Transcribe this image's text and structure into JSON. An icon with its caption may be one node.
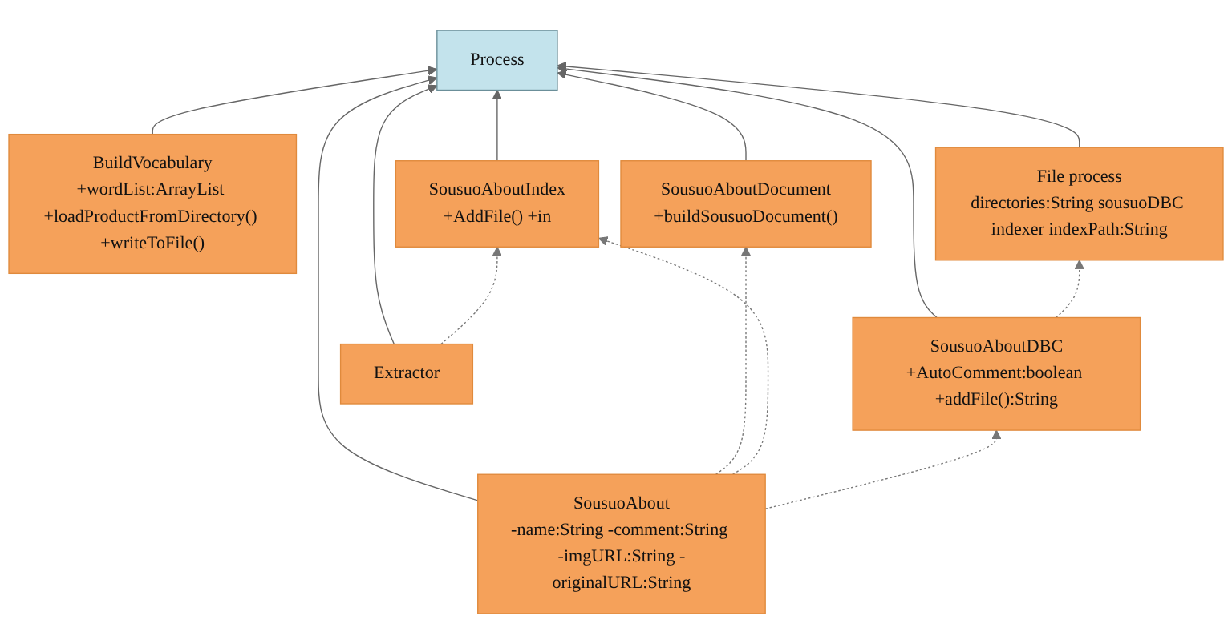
{
  "diagram": {
    "nodes": [
      {
        "text": [
          "Process"
        ]
      },
      {
        "text": [
          "File process",
          "directories:String sousuoDBC indexer indexPath:String"
        ]
      },
      {
        "text": [
          "Extractor"
        ]
      },
      {
        "text": [
          "SousuoAbout",
          "-name:String -comment:String -imgURL:String -originalURL:String"
        ]
      },
      {
        "text": [
          "SousuoAboutDocument",
          "+buildSousuoDocument()"
        ]
      },
      {
        "text": [
          "SousuoAboutIndex",
          "+AddFile() +in"
        ]
      },
      {
        "text": [
          "BuildVocabulary",
          "+wordList:ArrayList +loadProductFromDirectory() +writeToFile()"
        ]
      },
      {
        "text": [
          "SousuoAboutDBC",
          "+AutoComment:boolean +addFile():String"
        ]
      }
    ],
    "edges": [
      {
        "from": 1,
        "to": 0,
        "arrow": "to"
      },
      {
        "from": 2,
        "to": 0,
        "arrow": "to"
      },
      {
        "from": 3,
        "to": 0,
        "arrow": "to"
      },
      {
        "from": 4,
        "to": 0,
        "arrow": "to"
      },
      {
        "from": 5,
        "to": 0,
        "arrow": "to"
      },
      {
        "from": 6,
        "to": 0,
        "arrow": "to"
      },
      {
        "from": 7,
        "to": 0,
        "arrow": "to"
      },
      {
        "from": 2,
        "to": 5,
        "arrow": "to",
        "style": "dashed"
      },
      {
        "from": 3,
        "to": 4,
        "arrow": "to",
        "style": "dashed"
      },
      {
        "from": 3,
        "to": 5,
        "arrow": "to",
        "style": "dashed"
      },
      {
        "from": 3,
        "to": 7,
        "arrow": "to",
        "style": "dashed"
      },
      {
        "from": 7,
        "to": 1,
        "arrow": "to",
        "style": "dashed"
      }
    ]
  }
}
